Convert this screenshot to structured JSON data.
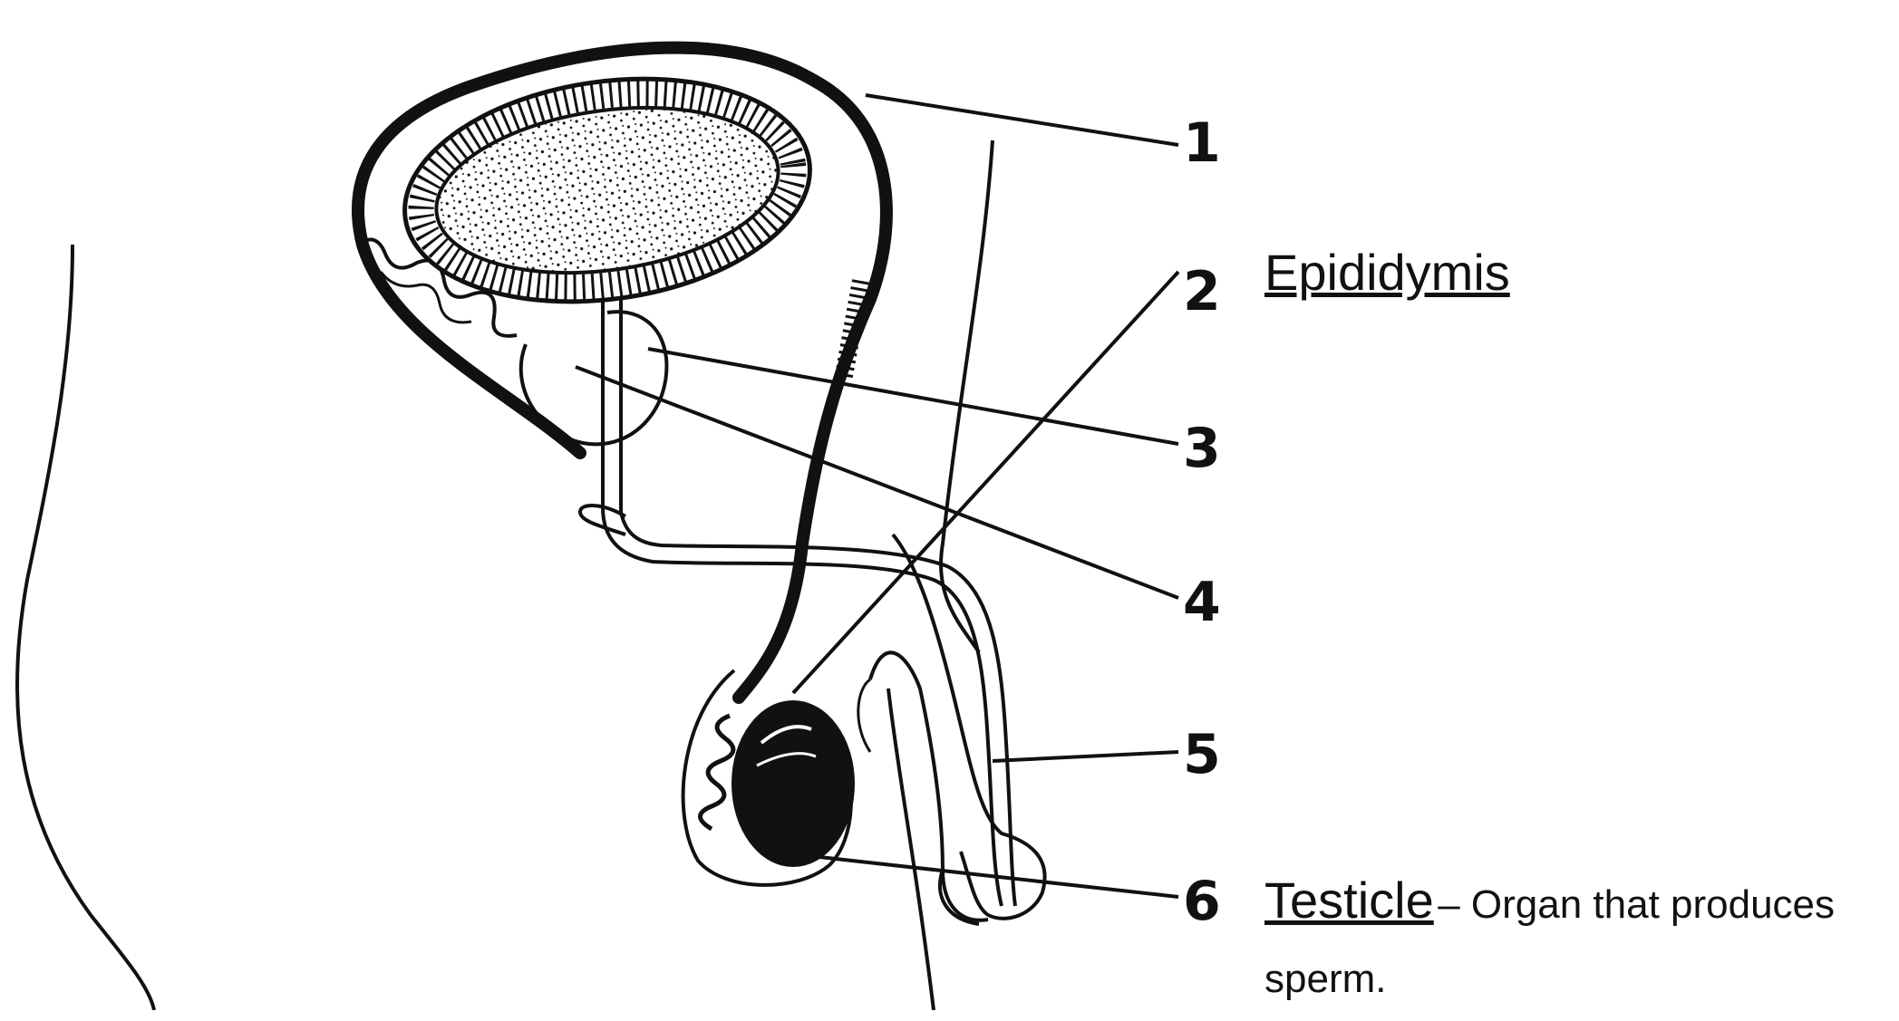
{
  "callouts": [
    {
      "number": "1",
      "term": "",
      "description": ""
    },
    {
      "number": "2",
      "term": "Epididymis",
      "description": ""
    },
    {
      "number": "3",
      "term": "",
      "description": ""
    },
    {
      "number": "4",
      "term": "",
      "description": ""
    },
    {
      "number": "5",
      "term": "",
      "description": ""
    },
    {
      "number": "6",
      "term": "Testicle",
      "description": "– Organ that produces sperm."
    }
  ],
  "colors": {
    "ink": "#111111",
    "background": "#ffffff"
  }
}
